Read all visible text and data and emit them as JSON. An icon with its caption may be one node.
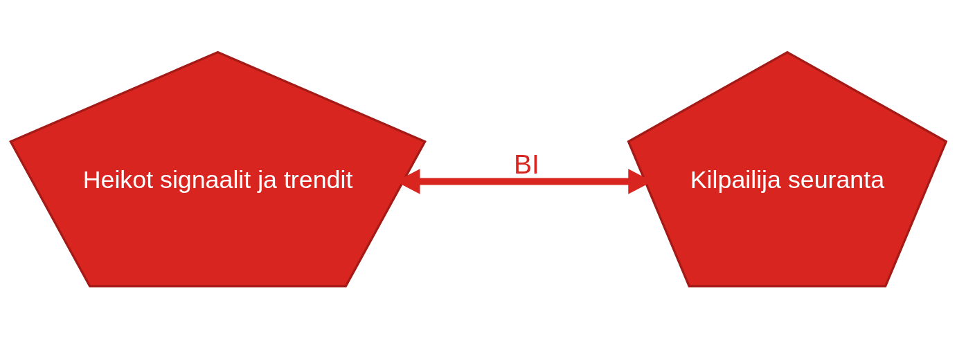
{
  "diagram": {
    "nodes": [
      {
        "text": [
          "Heikot signaalit ja trendit"
        ]
      },
      {
        "text": [
          "Kilpailija seuranta"
        ]
      }
    ],
    "edges": [
      {
        "from": 0,
        "to": 1,
        "arrow": "both",
        "label": "BI"
      }
    ]
  }
}
